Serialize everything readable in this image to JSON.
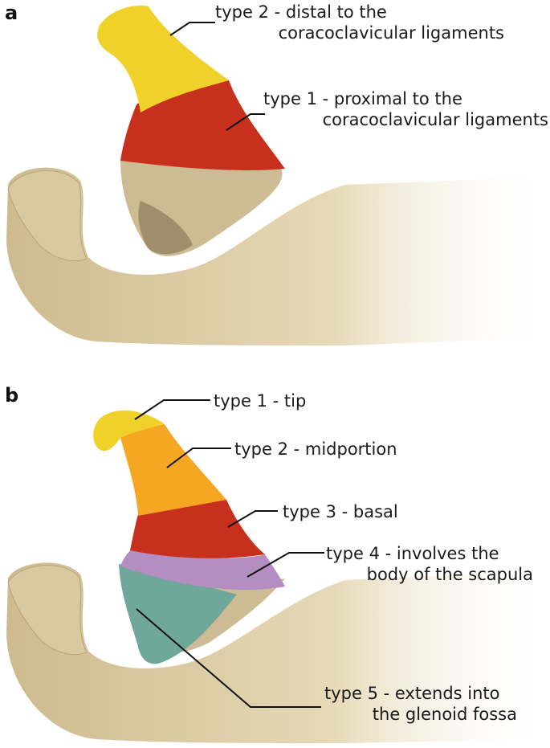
{
  "panel_a": {
    "letter": "a",
    "labels": [
      {
        "line1": "type 2 - distal to the",
        "line2": "coracoclavicular ligaments"
      },
      {
        "line1": "type 1 - proximal to the",
        "line2": "coracoclavicular ligaments"
      }
    ]
  },
  "panel_b": {
    "letter": "b",
    "labels": [
      {
        "line1": "type 1 - tip"
      },
      {
        "line1": "type 2 - midportion"
      },
      {
        "line1": "type 3 - basal"
      },
      {
        "line1": "type 4 - involves the",
        "line2": "body of the scapula"
      },
      {
        "line1": "type 5 - extends into",
        "line2": "the glenoid fossa"
      }
    ]
  },
  "colors": {
    "bone": "#e2d4b0",
    "bone_shadow": "#b9a57c",
    "yellow": "#f0d12a",
    "red": "#c8301e",
    "orange": "#f5a623",
    "purple": "#b48ec0",
    "teal": "#6fa79b"
  }
}
